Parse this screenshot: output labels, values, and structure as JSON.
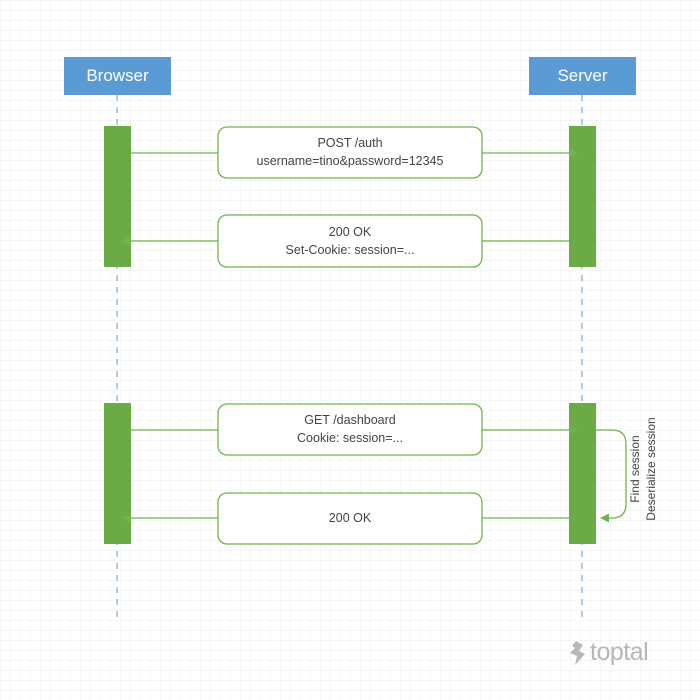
{
  "actors": {
    "browser": "Browser",
    "server": "Server"
  },
  "messages": [
    {
      "line1": "POST /auth",
      "line2": "username=tino&password=12345"
    },
    {
      "line1": "200 OK",
      "line2": "Set-Cookie: session=..."
    },
    {
      "line1": "GET /dashboard",
      "line2": "Cookie: session=..."
    },
    {
      "line1": "200 OK",
      "line2": ""
    }
  ],
  "note": {
    "line1": "Find session",
    "line2": "Deserialize session"
  },
  "logo": {
    "text": "toptal",
    "icon": "toptal-logo-icon"
  },
  "colors": {
    "actor": "#5b9bd5",
    "activation": "#6aab45",
    "arrow": "#72b34d",
    "lifeline": "#5b9bd5",
    "text": "#444444",
    "logo": "#b7b7b7"
  }
}
